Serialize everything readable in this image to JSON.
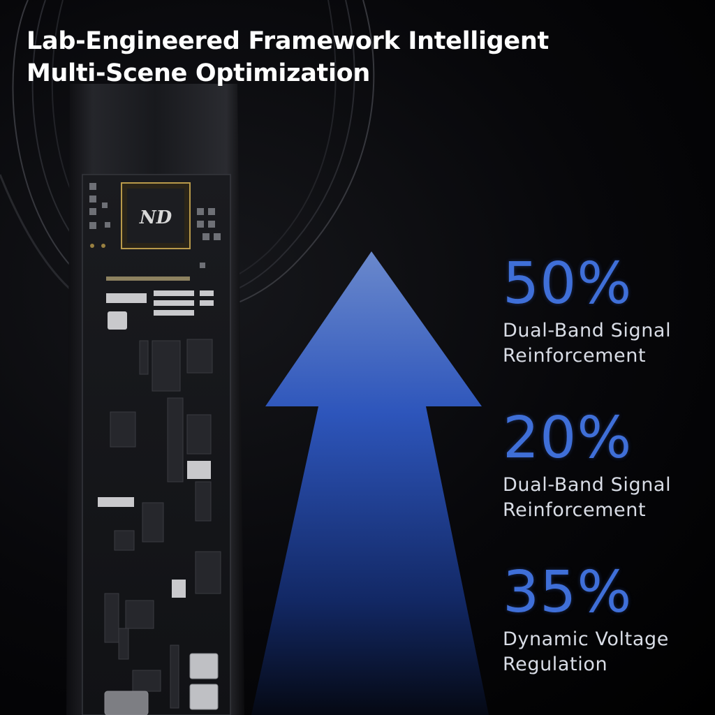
{
  "headline": {
    "line1": "Lab-Engineered Framework Intelligent",
    "line2": "Multi-Scene Optimization"
  },
  "chip_logo": "ND",
  "accent_color": "#3f6fd8",
  "stats": [
    {
      "value": "50%",
      "label_line1": "Dual-Band Signal",
      "label_line2": "Reinforcement"
    },
    {
      "value": "20%",
      "label_line1": "Dual-Band Signal",
      "label_line2": "Reinforcement"
    },
    {
      "value": "35%",
      "label_line1": "Dynamic Voltage",
      "label_line2": "Regulation"
    }
  ]
}
